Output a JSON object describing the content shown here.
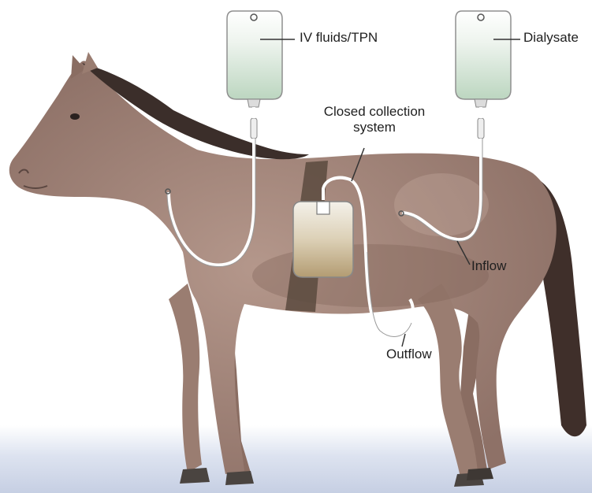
{
  "labels": {
    "iv_fluids": "IV fluids/TPN",
    "dialysate": "Dialysate",
    "closed_collection_line1": "Closed collection",
    "closed_collection_line2": "system",
    "inflow": "Inflow",
    "outflow": "Outflow"
  },
  "colors": {
    "horse_body": "#a08478",
    "horse_shadow": "#7d6157",
    "mane": "#3b2e2a",
    "hoof": "#4a4440",
    "bag_fluid": "#cfe3d2",
    "collection_fluid": "#b9a27a",
    "belt": "#5b4a3e",
    "ground": "#c9d2e6",
    "tubing": "#ffffff"
  }
}
